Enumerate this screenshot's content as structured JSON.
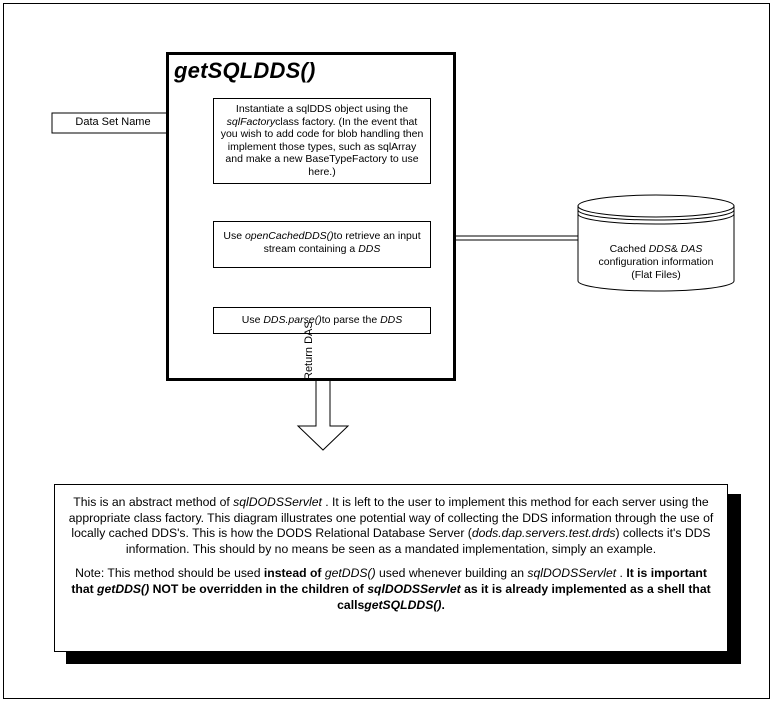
{
  "diagram": {
    "title": "getSQLDDS()",
    "input_label": "Data Set Name",
    "return_label": "Return DAS",
    "step1": {
      "line1": "Instantiate a sqlDDS  object using the",
      "factory": "sqlFactory",
      "line2_rest": "class factory. (In the event that you wish to add code for blob handling then implement those types, such as sqlArray and make a new BaseTypeFactory to use here.)"
    },
    "step2": {
      "prefix": "Use ",
      "method": "openCachedDDS()",
      "middle": "to retrieve an input stream containing a ",
      "dds": "DDS"
    },
    "step3": {
      "prefix": "Use ",
      "method": "DDS.parse()",
      "middle": "to parse the ",
      "dds": "DDS"
    },
    "cache": {
      "prefix": "Cached ",
      "dds": "DDS",
      "amp": "& ",
      "das": "DAS",
      "line2": "configuration information",
      "line3": "(Flat Files)"
    }
  },
  "note": {
    "p1_a": "This is an abstract method of ",
    "p1_class": "sqlDODSServlet",
    "p1_b": " . It is left to the user to implement this method for each server using the appropriate class factory. This diagram illustrates one potential way of collecting the DDS information through the use of locally cached DDS's. This is how the DODS Relational Database Server (",
    "p1_pkg": "dods.dap.servers.test.drds",
    "p1_c": ") collects it's DDS information. This should by no means be seen as a mandated implementation, simply an example.",
    "p2_a": "Note: This method should be used ",
    "p2_bold1": "instead of ",
    "p2_getdds": "getDDS()",
    "p2_b": "  used whenever building an  ",
    "p2_class": "sqlDODSServlet",
    "p2_c": " . ",
    "p2_bold2": "It is important that ",
    "p2_getdds2": "getDDS()",
    "p2_bold3": "  NOT be overridden in the children of ",
    "p2_class2": "sqlDODSServlet",
    "p2_bold4": "  as it is already implemented as a shell that calls",
    "p2_getsql": "getSQLDDS()",
    "p2_end": "."
  }
}
